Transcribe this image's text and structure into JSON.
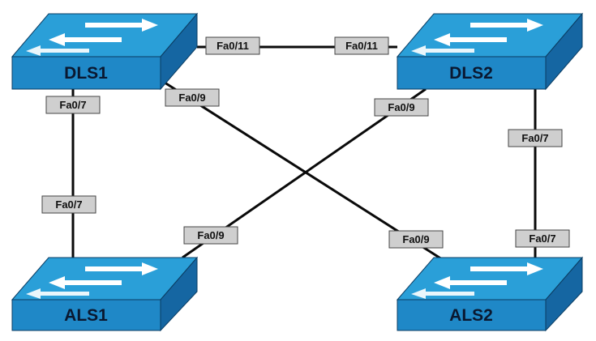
{
  "colors": {
    "switch_top": "#2a9fd8",
    "switch_front": "#1f88c7",
    "switch_side": "#1566a2",
    "switch_edge": "#0b3d63",
    "arrow": "#ffffff",
    "link": "#0a0a0a",
    "port_box": "#cfcfcf"
  },
  "icons": {
    "switch": "layer2-switch-icon"
  },
  "switches": {
    "dls1": {
      "label": "DLS1"
    },
    "dls2": {
      "label": "DLS2"
    },
    "als1": {
      "label": "ALS1"
    },
    "als2": {
      "label": "ALS2"
    }
  },
  "links": [
    {
      "from": "DLS1",
      "to": "DLS2",
      "from_port": "Fa0/11",
      "to_port": "Fa0/11"
    },
    {
      "from": "DLS1",
      "to": "ALS1",
      "from_port": "Fa0/7",
      "to_port": "Fa0/7"
    },
    {
      "from": "DLS1",
      "to": "ALS2",
      "from_port": "Fa0/9",
      "to_port": "Fa0/9"
    },
    {
      "from": "DLS2",
      "to": "ALS1",
      "from_port": "Fa0/9",
      "to_port": "Fa0/9"
    },
    {
      "from": "DLS2",
      "to": "ALS2",
      "from_port": "Fa0/7",
      "to_port": "Fa0/7"
    }
  ]
}
